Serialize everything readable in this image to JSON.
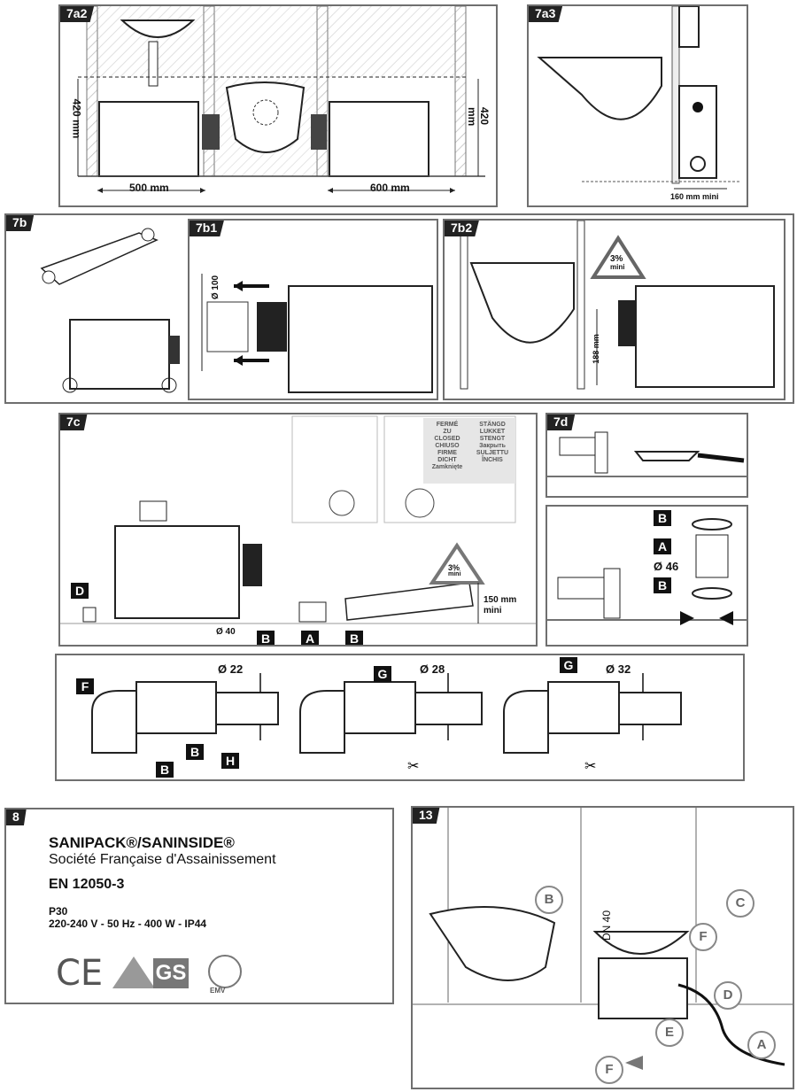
{
  "panels": {
    "p7a2": {
      "tag": "7a2",
      "dim_height_left": "420 mm",
      "dim_height_right": "420 mm",
      "dim_width_left": "500 mm",
      "dim_width_right": "600 mm"
    },
    "p7a3": {
      "tag": "7a3",
      "dim": "160 mm mini"
    },
    "p7b": {
      "tag": "7b"
    },
    "p7b1": {
      "tag": "7b1",
      "dim": "Ø 100"
    },
    "p7b2": {
      "tag": "7b2",
      "slope_pct": "3%",
      "slope_mini": "mini",
      "dim": "188 mm"
    },
    "p7c": {
      "tag": "7c",
      "label_d": "D",
      "label_b1": "B",
      "label_a": "A",
      "label_b2": "B",
      "dim_d40": "Ø 40",
      "slope_pct": "3%",
      "slope_mini": "mini",
      "dim_height": "150 mm",
      "dim_mini": "mini",
      "closed_col1": [
        "FERMÉ",
        "ZU",
        "CLOSED",
        "CHIUSO",
        "FIRME",
        "DICHT",
        "Zamknięte"
      ],
      "closed_col2": [
        "STÄNGD",
        "LUKKET",
        "STENGT",
        "Закрыть",
        "SULJETTU",
        "ÎNCHIS"
      ]
    },
    "p7d": {
      "tag": "7d"
    },
    "p7d2": {
      "label_b1": "B",
      "label_a": "A",
      "dim": "Ø 46",
      "label_b2": "B"
    },
    "p7e": {
      "label_f": "F",
      "label_b1": "B",
      "label_b2": "B",
      "label_h": "H",
      "label_g1": "G",
      "label_g2": "G",
      "d22": "Ø 22",
      "d28": "Ø 28",
      "d32": "Ø 32"
    },
    "p8": {
      "tag": "8",
      "line1": "SANIPACK®/SANINSIDE®",
      "line2": "Société Française d'Assainissement",
      "line3": "EN 12050-3",
      "line4": "P30",
      "line5": "220-240 V - 50 Hz - 400 W - IP44",
      "mark_ce": "CE",
      "mark_gs": "GS",
      "mark_emv": "EMV"
    },
    "p13": {
      "tag": "13",
      "label_b": "B",
      "label_c": "C",
      "label_f1": "F",
      "label_d": "D",
      "label_e": "E",
      "label_a": "A",
      "label_f2": "F",
      "dn": "DN 40"
    }
  }
}
